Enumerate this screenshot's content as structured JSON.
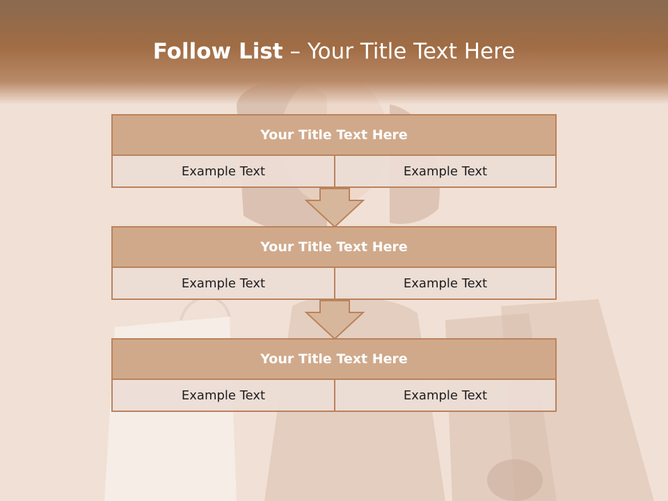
{
  "slide": {
    "title_bold": "Follow List",
    "title_rest": "– Your Title Text Here"
  },
  "blocks": [
    {
      "title": "Your Title Text Here",
      "left": "Example Text",
      "right": "Example Text"
    },
    {
      "title": "Your Title Text Here",
      "left": "Example Text",
      "right": "Example Text"
    },
    {
      "title": "Your Title Text Here",
      "left": "Example Text",
      "right": "Example Text"
    }
  ],
  "colors": {
    "header": "#a06c44",
    "block_header": "#d0a98b",
    "border": "#b9825c",
    "arrow_fill": "#d7b79b"
  }
}
